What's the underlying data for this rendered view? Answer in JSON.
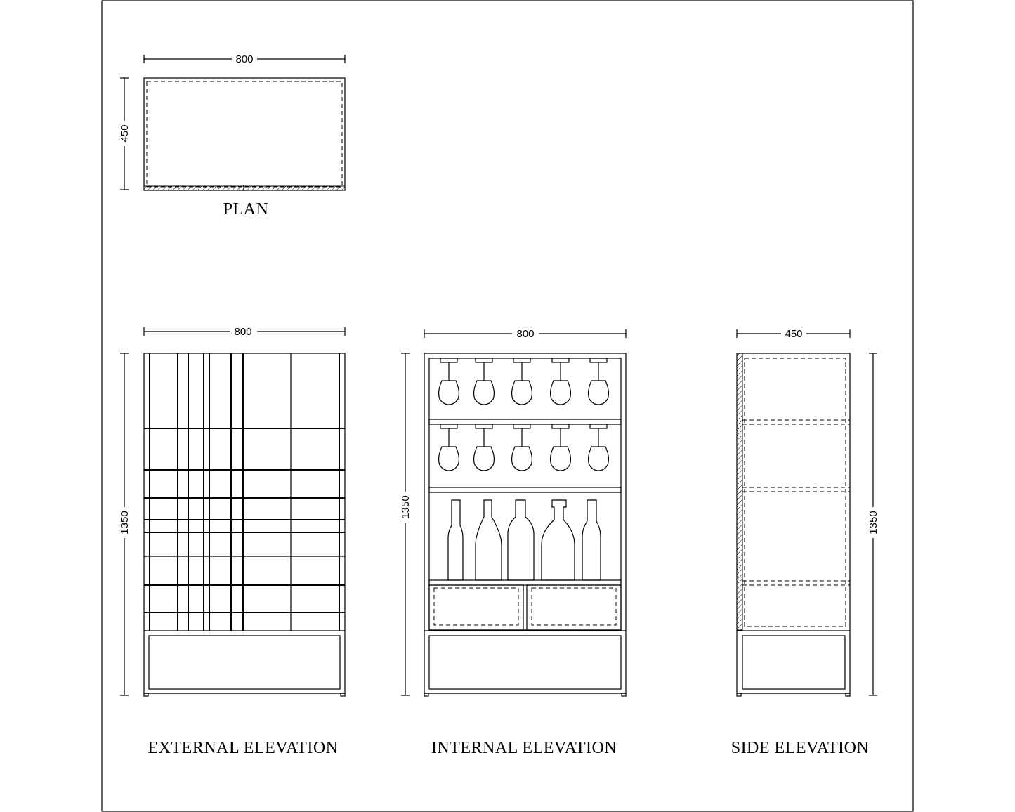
{
  "plan": {
    "title": "PLAN",
    "width_dim": "800",
    "depth_dim": "450"
  },
  "external_elevation": {
    "title": "EXTERNAL ELEVATION",
    "width_dim": "800",
    "height_dim": "1350"
  },
  "internal_elevation": {
    "title": "INTERNAL ELEVATION",
    "width_dim": "800",
    "height_dim": "1350"
  },
  "side_elevation": {
    "title": "SIDE ELEVATION",
    "width_dim": "450",
    "height_dim": "1350"
  },
  "colors": {
    "line": "#000000",
    "background": "#ffffff"
  }
}
